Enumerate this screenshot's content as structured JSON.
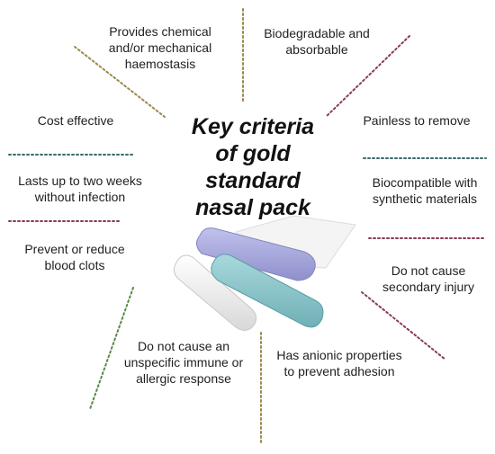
{
  "title": {
    "line1": "Key criteria",
    "line2": "of gold",
    "line3": "standard",
    "line4": "nasal pack"
  },
  "criteria": {
    "haemostasis": [
      "Provides chemical",
      "and/or mechanical",
      "haemostasis"
    ],
    "biodegradable": [
      "Biodegradable and",
      "absorbable"
    ],
    "cost": [
      "Cost effective"
    ],
    "painless": [
      "Painless to remove"
    ],
    "lasts": [
      "Lasts up to two weeks",
      "without infection"
    ],
    "biocompatible": [
      "Biocompatible with",
      "synthetic materials"
    ],
    "clots": [
      "Prevent or reduce",
      "blood clots"
    ],
    "injury": [
      "Do not cause",
      "secondary injury"
    ],
    "immune": [
      "Do not cause an",
      "unspecific immune or",
      "allergic response"
    ],
    "anionic": [
      "Has anionic properties",
      "to prevent adhesion"
    ]
  },
  "colors": {
    "olive": "#9a8a4a",
    "maroon": "#8a3a5a",
    "teal": "#3a6a6a",
    "green": "#5a8a4a",
    "pack_lavender": "#a7a8dc",
    "pack_teal": "#8fc7cc",
    "pack_white": "#f2f2f2"
  }
}
